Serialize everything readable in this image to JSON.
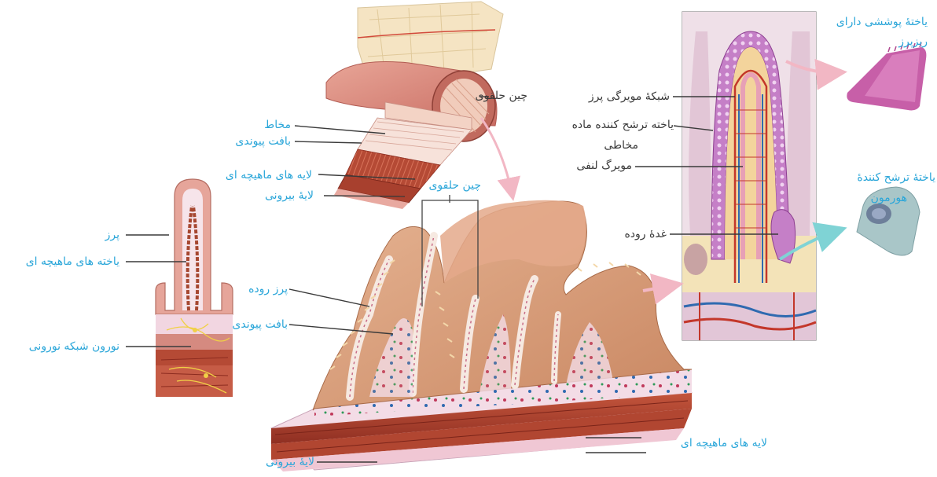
{
  "labels": {
    "epithelial_microvilli_l1": "یاختهٔ پوششی دارای",
    "epithelial_microvilli_l2": "ریزپرز",
    "capillary_network": "شبکهٔ مویرگی پرز",
    "mucus_cell_l1": "یاخته ترشح کننده ماده",
    "mucus_cell_l2": "مخاطی",
    "lymph_capillary": "مویرگ لنفی",
    "hormone_cell_l1": "یاختهٔ ترشح کنندهٔ",
    "hormone_cell_l2": "هورمون",
    "intestinal_gland": "غدهٔ روده",
    "circular_fold_top": "چین حلقوی",
    "mucosa": "مخاط",
    "connective_tissue_top": "بافت پیوندی",
    "muscle_layers_top": "لایه های ماهیچه ای",
    "outer_layer_top": "لایهٔ بیرونی",
    "circular_fold_mid": "چین حلقوی",
    "villus": "پرز",
    "muscle_cells": "یاخته های ماهیچه ای",
    "neuron_network": "نورون شبکه نورونی",
    "intestinal_villus": "پرز روده",
    "connective_tissue_mid": "بافت پیوندی",
    "muscle_layers_bottom": "لایه های ماهیچه ای",
    "outer_layer_bottom": "لایهٔ بیرونی"
  },
  "colors": {
    "label_text": "#2aa6d9",
    "leader_line": "#3a3a3a",
    "tissue_pink": "#e9a99e",
    "muscle_red": "#b54a35",
    "villus_tan": "#d79a78",
    "mucosa_purple": "#b46fb9",
    "lumen_pink": "#f3e3ea"
  },
  "icons": [
    "arrow-to-epithelial-cell",
    "arrow-to-hormone-cell",
    "arrow-to-detail-box",
    "arrow-tube-to-wall"
  ]
}
